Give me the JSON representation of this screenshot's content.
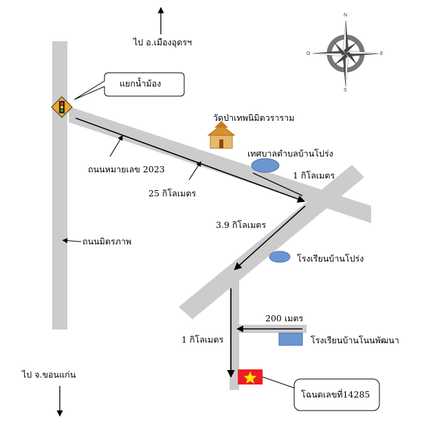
{
  "colors": {
    "road": "#cccccc",
    "arrow": "#000000",
    "landmark_fill": "#6b96d2",
    "landmark_stroke": "#4a6fa5",
    "destination": "#ee1c24",
    "star": "#ffe600",
    "traffic_sign": "#f5a623"
  },
  "icons": {
    "traffic_light": "traffic-light-sign",
    "temple": "temple-icon",
    "compass": "compass-rose",
    "destination": "star-marker"
  },
  "labels": {
    "to_muang_udon": "ไป อ.เมืองอุดรฯ",
    "to_khon_kaen": "ไป จ.ขอนแก่น",
    "junction": "แยกน้ำม้อง",
    "temple": "วัดป่าเทพนิมิตวราราม",
    "municipality": "เทศบาลตำบลบ้านโปร่ง",
    "road_2023": "ถนนหมายเลข 2023",
    "dist_25km": "25 กิโลเมตร",
    "dist_1km_top": "1 กิโลเมตร",
    "dist_3_9km": "3.9 กิโลเมตร",
    "mitraphap": "ถนนมิตรภาพ",
    "school_banprong": "โรงเรียนบ้านโปร่ง",
    "dist_200m": "200 เมตร",
    "dist_1km_bottom": "1 กิโลเมตร",
    "school_bannonpattana": "โรงเรียนบ้านโนนพัฒนา",
    "deed": "โฉนดเลขที่14285"
  },
  "compass": {
    "n": "N",
    "s": "S",
    "e": "E",
    "w": "O"
  }
}
